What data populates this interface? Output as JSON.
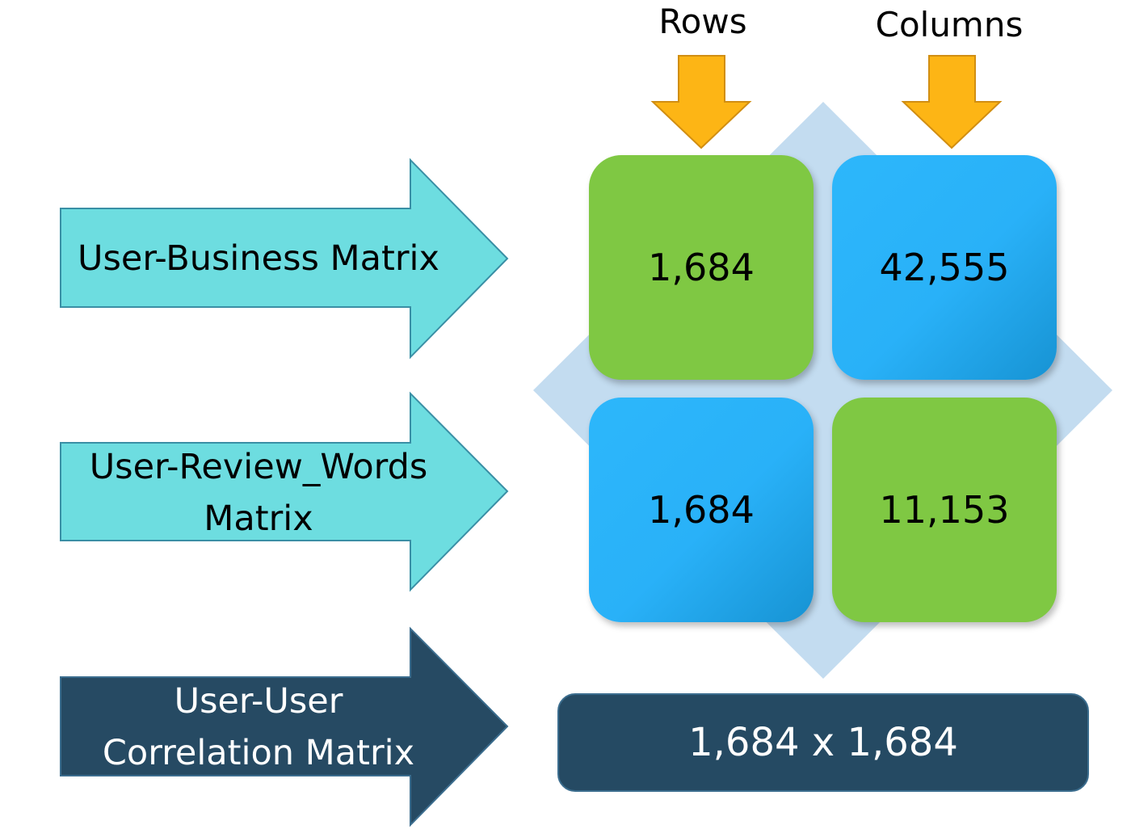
{
  "headers": {
    "rows": "Rows",
    "columns": "Columns"
  },
  "matrices": [
    {
      "lines": [
        "User-Business Matrix"
      ],
      "color": "#6ddde0",
      "text_color": "#000000"
    },
    {
      "lines": [
        "User-Review_Words",
        "Matrix"
      ],
      "color": "#6ddde0",
      "text_color": "#000000"
    },
    {
      "lines": [
        "User-User",
        "Correlation Matrix"
      ],
      "color": "#264a63",
      "text_color": "#ffffff"
    }
  ],
  "tiles": {
    "business_rows": "1,684",
    "business_columns": "42,555",
    "review_words_rows": "1,684",
    "review_words_columns": "11,153"
  },
  "result": "1,684 x 1,684",
  "colors": {
    "header_arrow": "#fdb515",
    "diamond": "#c3dcf0",
    "tile_green": "#7fc843",
    "tile_blue": "#29b1f8",
    "dark_navy": "#254a63",
    "teal": "#6ddde0"
  }
}
